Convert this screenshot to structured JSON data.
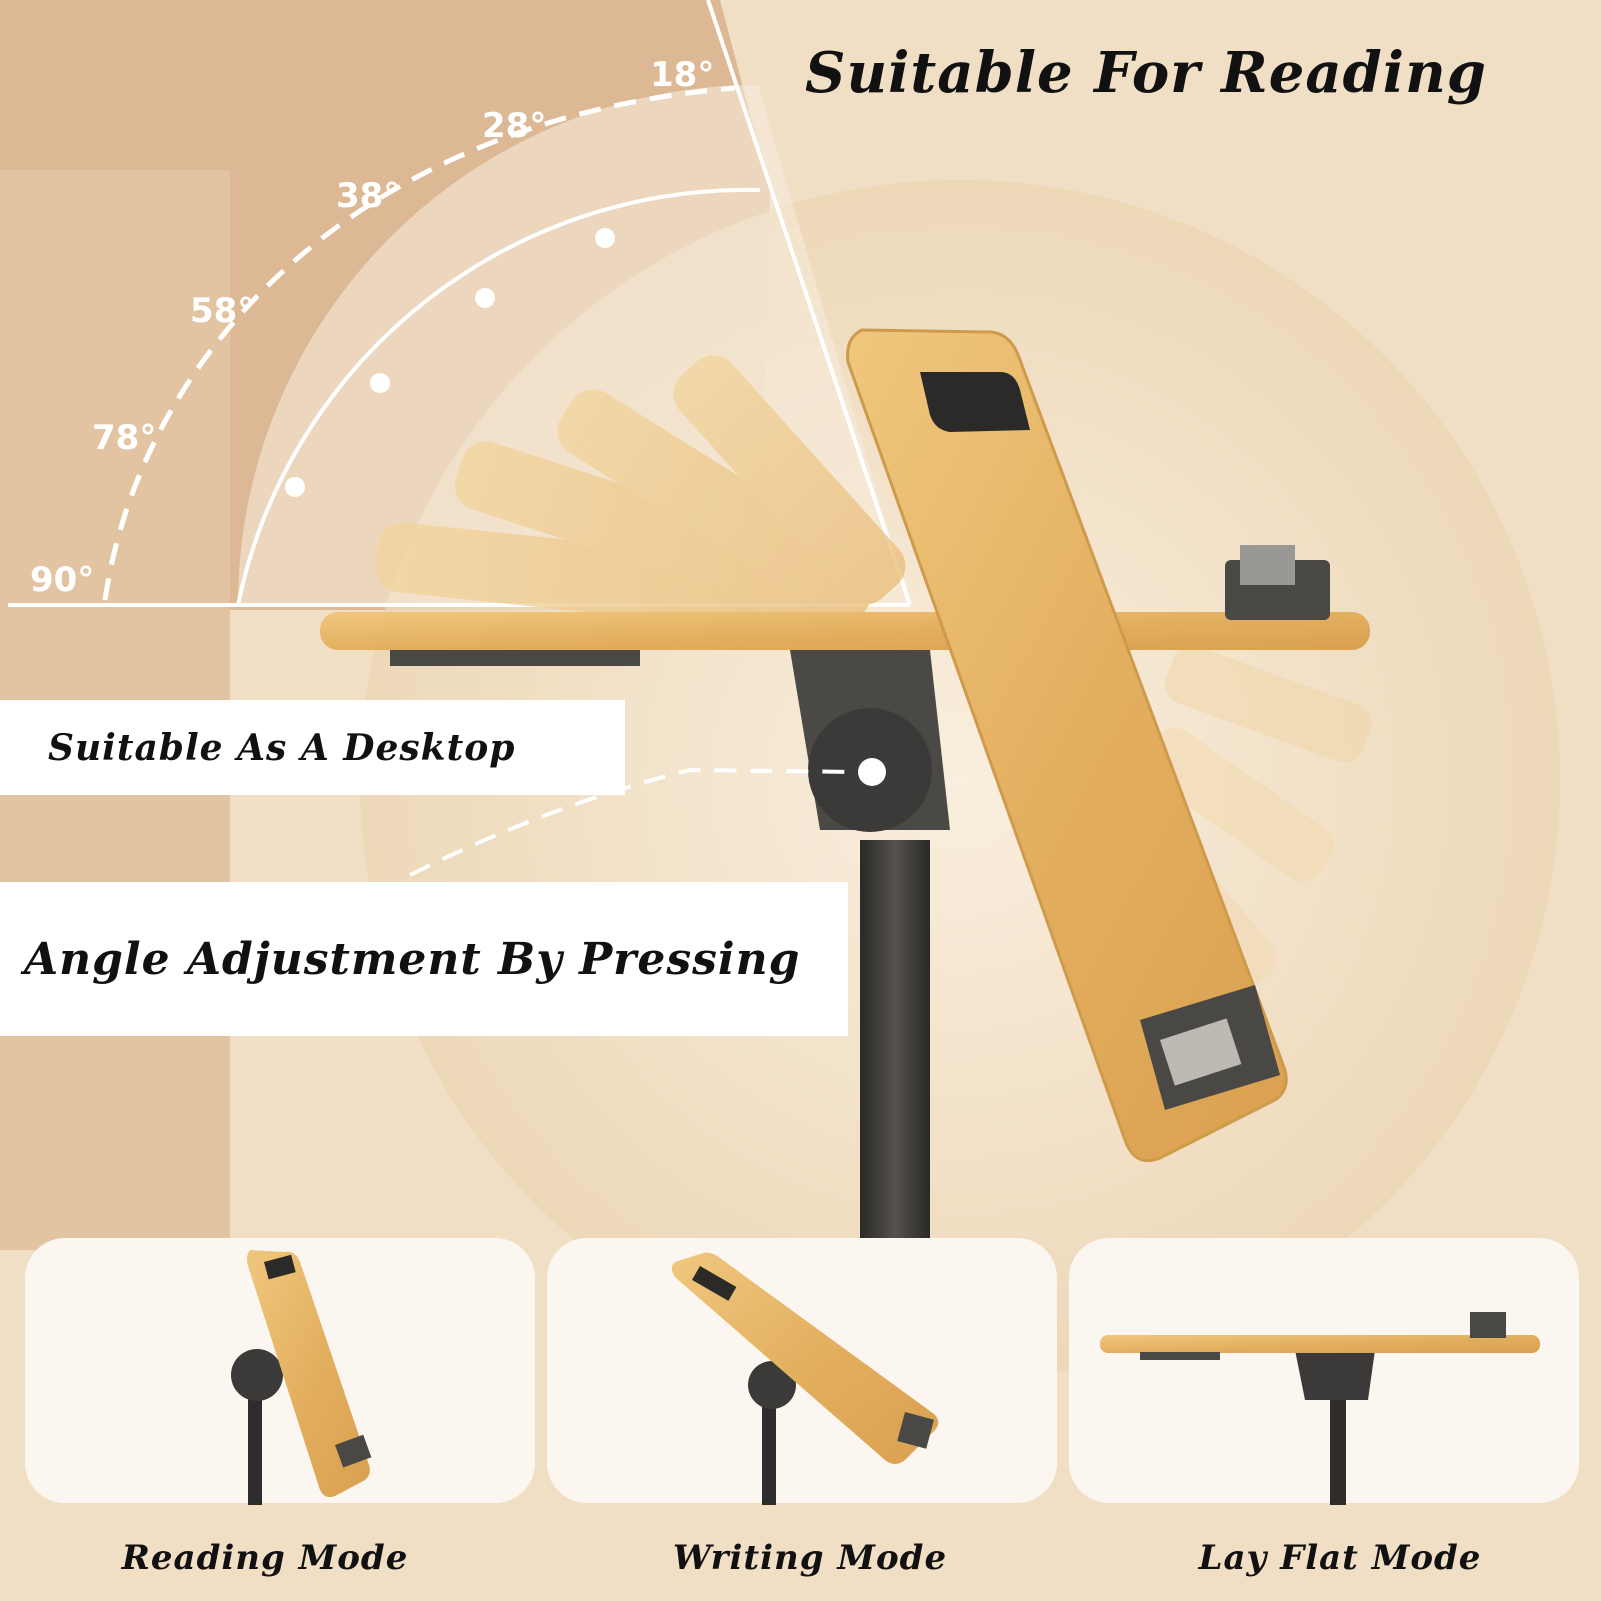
{
  "headline": "Suitable For Reading",
  "callouts": {
    "desktop": "Suitable As A Desktop",
    "angle_adjust": "Angle Adjustment By Pressing"
  },
  "angle_labels": [
    "18°",
    "28°",
    "38°",
    "58°",
    "78°",
    "90°"
  ],
  "modes": [
    {
      "label": "Reading Mode"
    },
    {
      "label": "Writing Mode"
    },
    {
      "label": "Lay Flat Mode"
    }
  ],
  "colors": {
    "background": "#f3e3cb",
    "wood": "#e6b86a",
    "metal": "#3b3a38",
    "text": "#111111"
  }
}
